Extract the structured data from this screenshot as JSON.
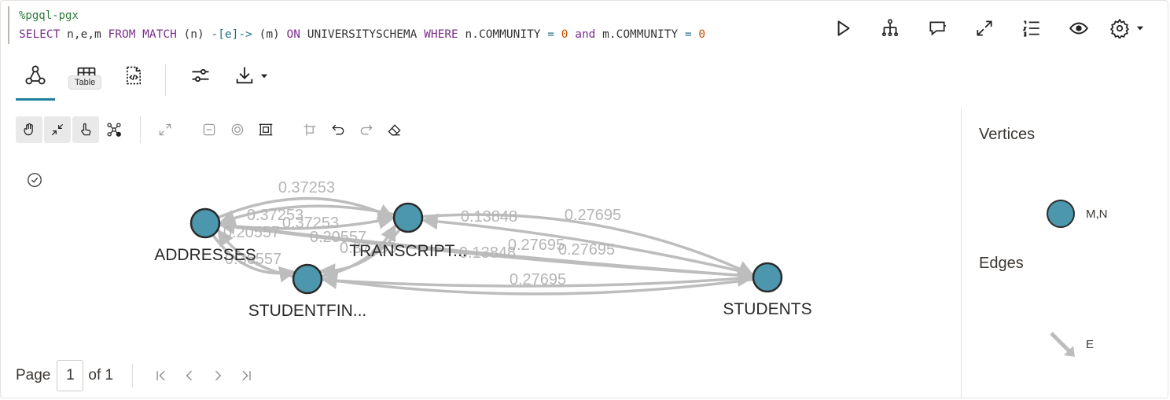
{
  "code": {
    "magic": "%pgql-pgx",
    "query_parts": [
      {
        "t": "SELECT",
        "c": "kw"
      },
      {
        "t": " n,e,m ",
        "c": "txt"
      },
      {
        "t": "FROM MATCH",
        "c": "kw"
      },
      {
        "t": " (n) ",
        "c": "txt"
      },
      {
        "t": "-[e]->",
        "c": "op"
      },
      {
        "t": " (m) ",
        "c": "txt"
      },
      {
        "t": "ON",
        "c": "kw"
      },
      {
        "t": " UNIVERSITYSCHEMA ",
        "c": "txt"
      },
      {
        "t": "WHERE",
        "c": "kw"
      },
      {
        "t": " n.COMMUNITY ",
        "c": "txt"
      },
      {
        "t": "=",
        "c": "op"
      },
      {
        "t": " ",
        "c": "txt"
      },
      {
        "t": "0",
        "c": "num"
      },
      {
        "t": " and ",
        "c": "kw"
      },
      {
        "t": "m.COMMUNITY ",
        "c": "txt"
      },
      {
        "t": "=",
        "c": "op"
      },
      {
        "t": " ",
        "c": "txt"
      },
      {
        "t": "0",
        "c": "num"
      }
    ]
  },
  "top_toolbar": [
    "run-icon",
    "hierarchy-icon",
    "comment-icon",
    "expand-icon",
    "numbered-list-icon",
    "eye-icon",
    "gear-icon"
  ],
  "view_tabs": {
    "tooltip": "Table"
  },
  "side": {
    "vertices_title": "Vertices",
    "edges_title": "Edges",
    "vertex_legend": "M,N",
    "edge_legend": "E"
  },
  "graph": {
    "nodes": [
      {
        "label": "ADDRESSES"
      },
      {
        "label": "TRANSCRIPT..."
      },
      {
        "label": "STUDENTFIN..."
      },
      {
        "label": "STUDENTS"
      }
    ],
    "edge_labels": [
      "0.37253",
      "0.37253",
      "0.37253",
      "0.36557",
      "0.20557",
      "0.20557",
      "0.37253",
      "0.13848",
      "0.13848",
      "0.27695",
      "0.27695",
      "0.27695",
      "0.27695"
    ]
  },
  "pager": {
    "page_label": "Page",
    "page_value": "1",
    "of_label": "of 1"
  },
  "colors": {
    "node": "#4c97ad",
    "edge": "#bdbdbd",
    "accent": "#227e9e"
  }
}
